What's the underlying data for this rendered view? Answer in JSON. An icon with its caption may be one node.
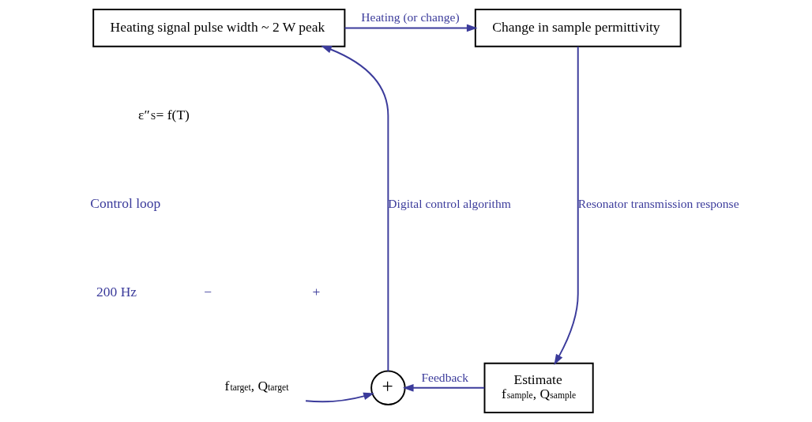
{
  "diagram": {
    "nodes": [
      {
        "text": [
          "Heating signal pulse width ~ 2 W peak"
        ]
      },
      {
        "text": [
          "Change in sample permittivity"
        ]
      },
      {
        "text": [
          "Estimate",
          "f$_{sample}$, Q$_{sample}$"
        ]
      },
      {
        "text": [
          "+"
        ]
      },
      {
        "text": [
          "f$_{target}$, Q$_{target}$"
        ]
      }
    ],
    "edges": [
      {
        "from": 0,
        "to": 1,
        "arrow": "to",
        "label": "Heating (or change)"
      },
      {
        "from": 1,
        "to": 2,
        "arrow": "to",
        "label": "Resonator transmission response"
      },
      {
        "from": 2,
        "to": 3,
        "arrow": "to",
        "label": "Feedback"
      },
      {
        "from": 4,
        "to": 3,
        "arrow": "to"
      },
      {
        "from": 3,
        "to": 0,
        "arrow": "to",
        "label": "Digital control algorithm"
      }
    ],
    "labels": [
      "ε″$_{S}$= f(T)",
      "Control loop",
      "200 Hz",
      "−",
      "+"
    ]
  }
}
